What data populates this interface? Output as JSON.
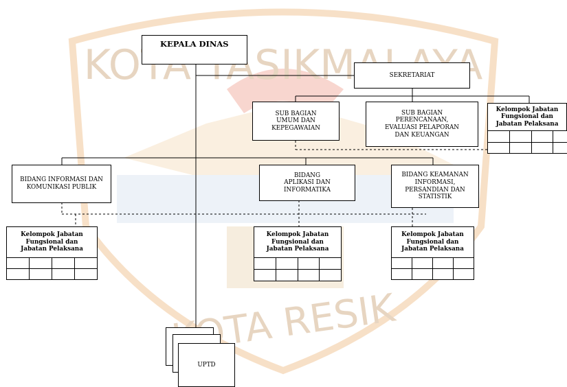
{
  "watermark": {
    "top_text": "KOTA TASIKMALAYA",
    "bottom_text": "KOTA RESIK",
    "colors": {
      "shield": "#f2c89a",
      "text": "#d4b48f"
    }
  },
  "units": {
    "kepala_dinas": "KEPALA DINAS",
    "sekretariat": "SEKRETARIAT",
    "sub_bagian_umum": "SUB BAGIAN\nUMUM DAN\nKEPEGAWAIAN",
    "sub_bagian_perencanaan": "SUB BAGIAN\nPERENCANAAN,\nEVALUASI PELAPORAN\nDAN KEUANGAN",
    "bidang_ikp": "BIDANG INFORMASI DAN\nKOMUNIKASI PUBLIK",
    "bidang_aptika": "BIDANG\nAPLIKASI DAN\nINFORMATIKA",
    "bidang_persandian": "BIDANG KEAMANAN\nINFORMASI,\nPERSANDIAN DAN\nSTATISTIK",
    "uptd": "UPTD"
  },
  "groups": {
    "sekretariat": "Kelompok Jabatan\nFungsional dan\nJabatan Pelaksana",
    "ikp": "Kelompok Jabatan\nFungsional dan\nJabatan Pelaksana",
    "aptika": "Kelompok Jabatan\nFungsional dan\nJabatan Pelaksana",
    "persandian": "Kelompok Jabatan\nFungsional dan\nJabatan Pelaksana"
  }
}
